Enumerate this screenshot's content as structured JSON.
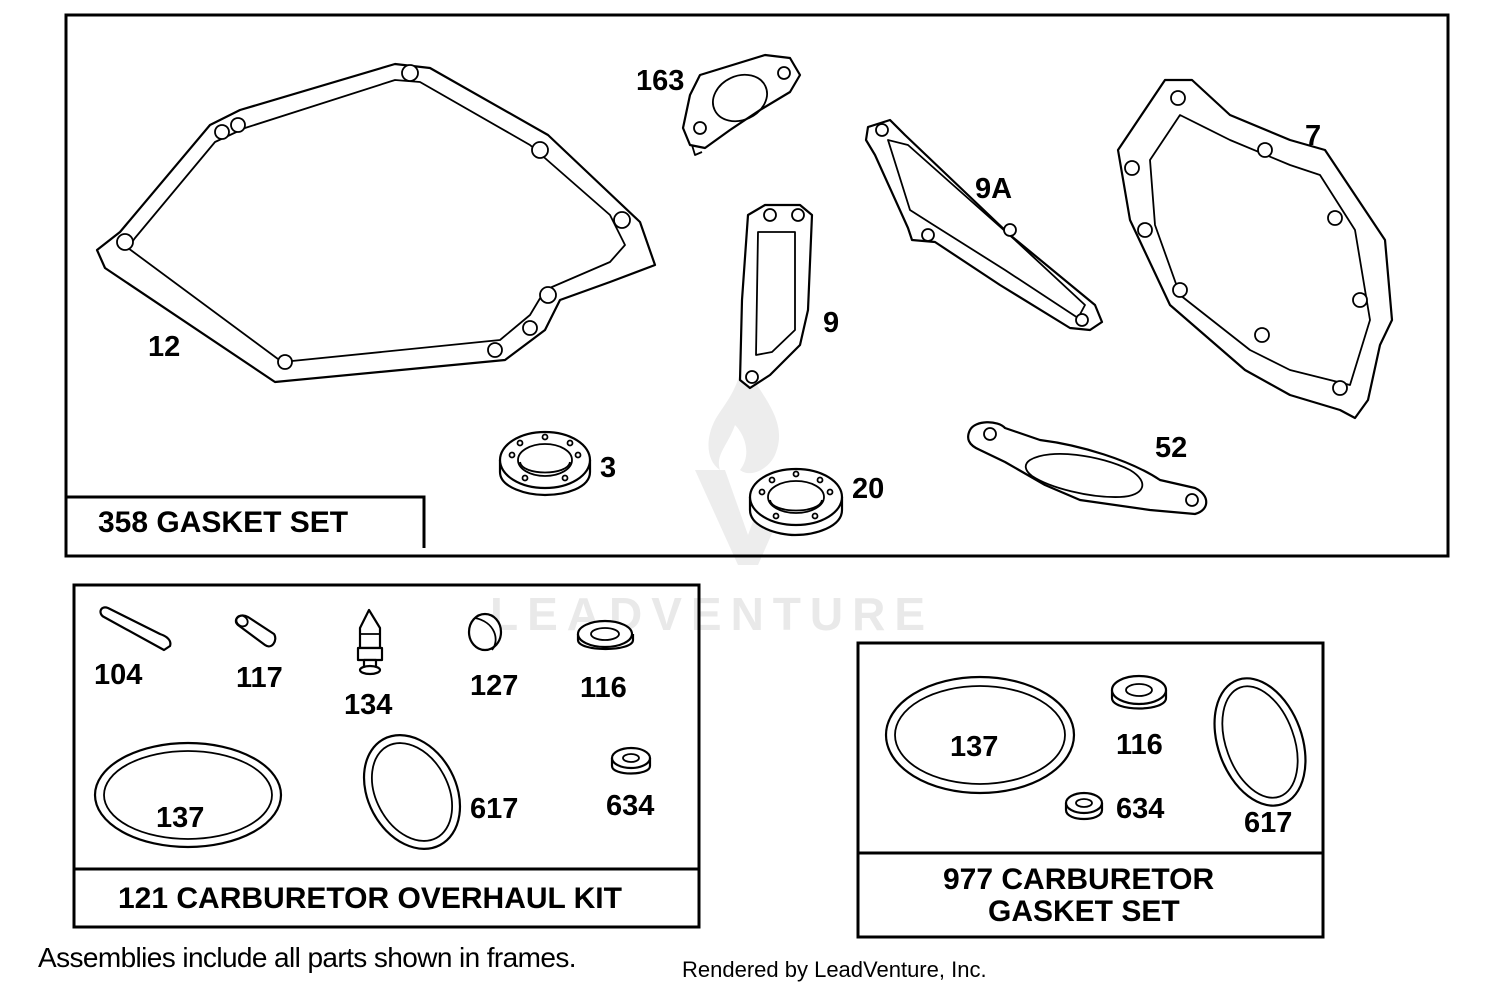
{
  "frames": {
    "gasket_set": {
      "title": "358 GASKET SET"
    },
    "overhaul_kit": {
      "title": "121 CARBURETOR OVERHAUL KIT"
    },
    "carb_gasket_set": {
      "title_line1": "977 CARBURETOR",
      "title_line2": "GASKET SET"
    }
  },
  "callouts": {
    "p12": "12",
    "p163": "163",
    "p9": "9",
    "p9a": "9A",
    "p7": "7",
    "p3": "3",
    "p20": "20",
    "p52": "52",
    "k104": "104",
    "k117": "117",
    "k134": "134",
    "k127": "127",
    "k116": "116",
    "k137": "137",
    "k617": "617",
    "k634": "634",
    "g137": "137",
    "g116": "116",
    "g634": "634",
    "g617": "617"
  },
  "footnote": "Assemblies include all parts shown in frames.",
  "credit": "Rendered by LeadVenture, Inc.",
  "watermark": "LEADVENTURE"
}
